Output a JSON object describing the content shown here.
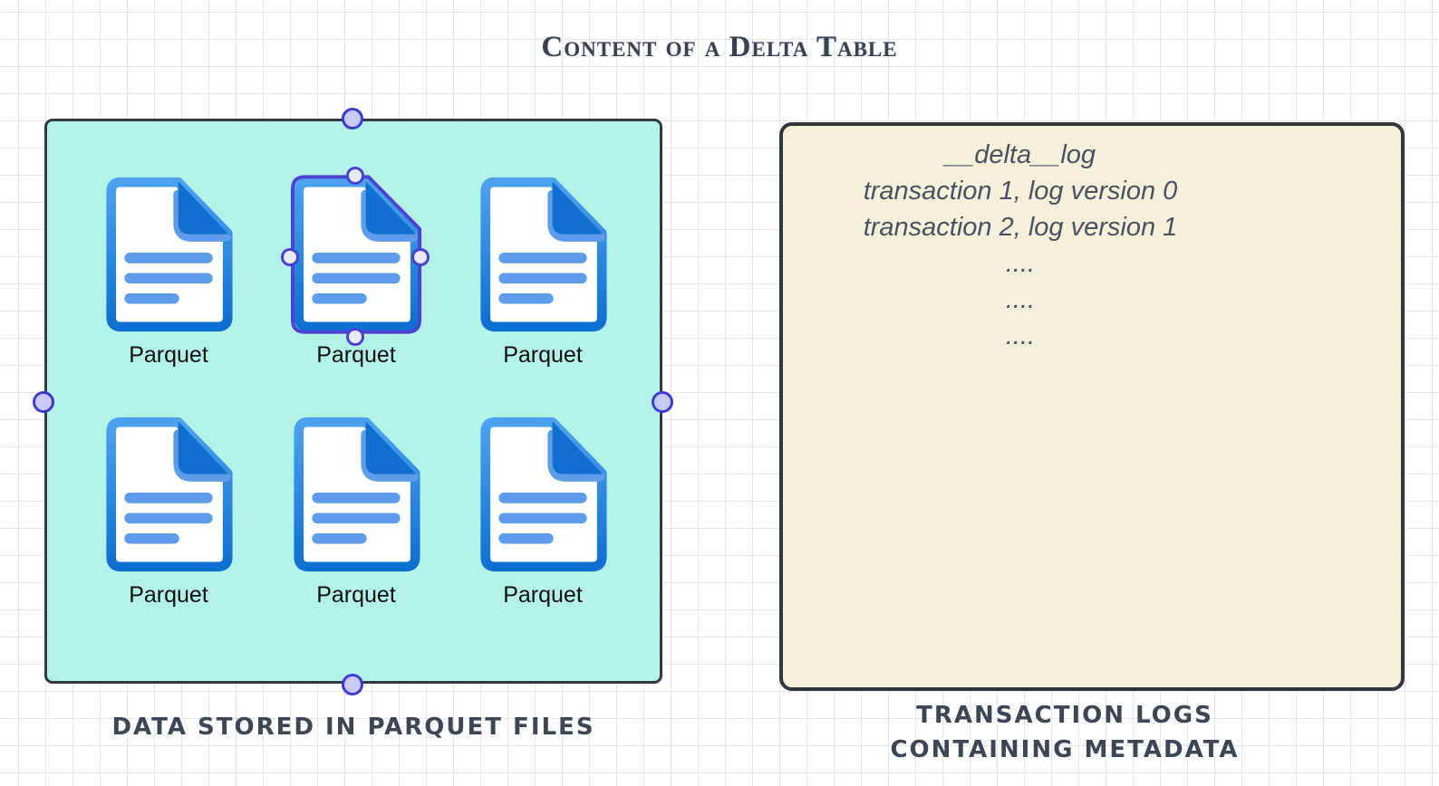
{
  "title": "Content of a Delta Table",
  "parquet_panel": {
    "caption": "DATA STORED IN PARQUET FILES",
    "files": [
      {
        "label": "Parquet",
        "selected": false
      },
      {
        "label": "Parquet",
        "selected": true
      },
      {
        "label": "Parquet",
        "selected": false
      },
      {
        "label": "Parquet",
        "selected": false
      },
      {
        "label": "Parquet",
        "selected": false
      },
      {
        "label": "Parquet",
        "selected": false
      }
    ]
  },
  "log_panel": {
    "caption": "TRANSACTION LOGS CONTAINING METADATA",
    "log_lines": [
      "__delta__log",
      "transaction 1, log version 0",
      "transaction 2, log version 1",
      "....",
      "....",
      "...."
    ]
  },
  "colors": {
    "parquet_panel_fill": "#b3f2e6",
    "log_panel_fill": "#f4f0da",
    "panel_border": "#343940",
    "selection_accent": "#4a43cf",
    "box_handle_fill": "#c9caf4",
    "icon_blue_dark": "#1170cf",
    "icon_blue_light": "#5c9ceb",
    "title_text": "#3a4150",
    "caption_text": "#3e4654",
    "log_text": "#4a5261"
  }
}
